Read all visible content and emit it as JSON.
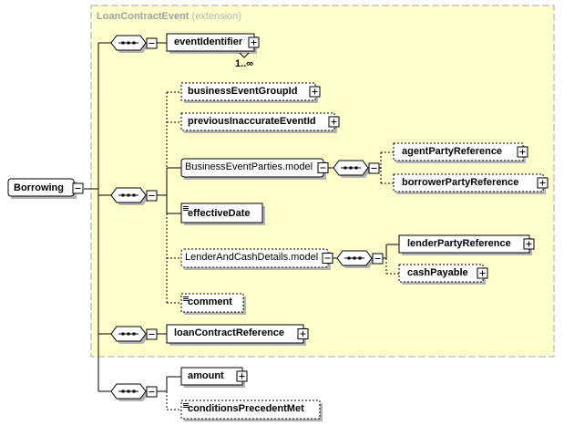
{
  "diagram": {
    "root": {
      "name": "Borrowing"
    },
    "extension_group": {
      "base": "LoanContractEvent",
      "qualifier": "(extension)"
    },
    "elements": {
      "event_identifier": {
        "name": "eventIdentifier",
        "cardinality": "1..∞",
        "optional": false,
        "has_children": true
      },
      "business_event_group_id": {
        "name": "businessEventGroupId",
        "optional": true,
        "has_children": true
      },
      "previous_inaccurate_event_id": {
        "name": "previousInaccurateEventId",
        "optional": true,
        "has_children": true
      },
      "business_event_parties_model": {
        "name": "BusinessEventParties.model",
        "kind": "model group",
        "optional": false
      },
      "agent_party_reference": {
        "name": "agentPartyReference",
        "optional": true,
        "has_children": true
      },
      "borrower_party_reference": {
        "name": "borrowerPartyReference",
        "optional": true,
        "has_children": true
      },
      "effective_date": {
        "name": "effectiveDate",
        "optional": false,
        "simple": true
      },
      "lender_and_cash_details_model": {
        "name": "LenderAndCashDetails.model",
        "kind": "model group",
        "optional": true
      },
      "lender_party_reference": {
        "name": "lenderPartyReference",
        "optional": false,
        "has_children": true
      },
      "cash_payable": {
        "name": "cashPayable",
        "optional": true,
        "has_children": true
      },
      "comment": {
        "name": "comment",
        "optional": true,
        "simple": true
      },
      "loan_contract_reference": {
        "name": "loanContractReference",
        "optional": false,
        "has_children": true
      },
      "amount": {
        "name": "amount",
        "optional": false,
        "has_children": true
      },
      "conditions_precedent_met": {
        "name": "conditionsPrecedentMet",
        "optional": true,
        "simple": true
      }
    }
  },
  "colors": {
    "extension_fill": "#ffffcc",
    "extension_border": "#a8a8a8",
    "element_fill": "#ffffff",
    "element_stroke": "#000000",
    "shadow": "#b4b4b4",
    "connector": "#000000"
  }
}
